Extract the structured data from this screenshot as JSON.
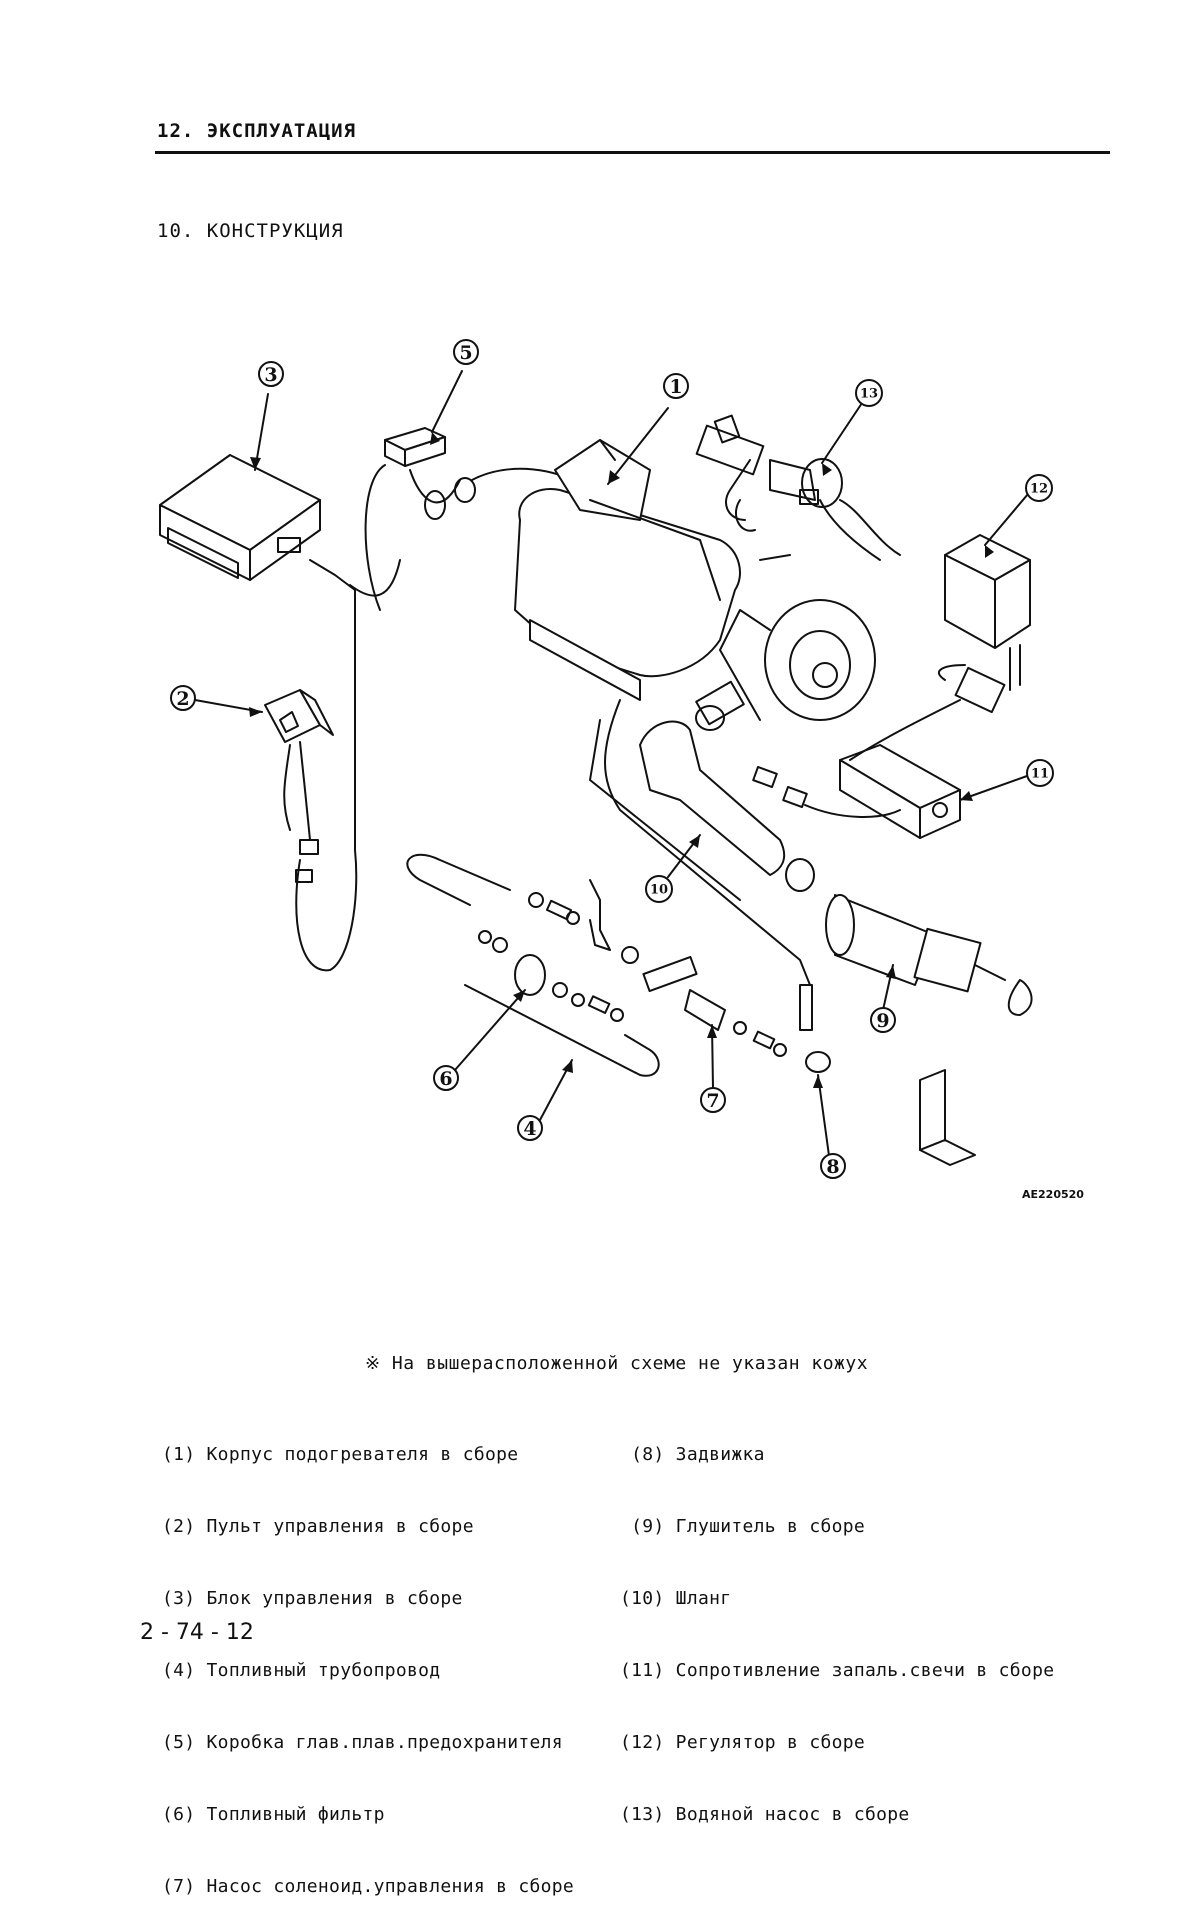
{
  "header": {
    "section": "12. ЭКСПЛУАТАЦИЯ"
  },
  "subsection": {
    "title": "10. КОНСТРУКЦИЯ"
  },
  "diagram": {
    "callouts": [
      "1",
      "2",
      "3",
      "4",
      "5",
      "6",
      "7",
      "8",
      "9",
      "10",
      "11",
      "12",
      "13"
    ],
    "figure_id": "AE220520"
  },
  "note": "※ На вышерасположенной схеме не указан кожух",
  "legend": {
    "left": [
      "(1) Корпус подогревателя в сборе",
      "(2) Пульт управления в сборе",
      "(3) Блок управления в сборе",
      "(4) Топливный трубопровод",
      "(5) Коробка глав.плав.предохранителя",
      "(6) Топливный фильтр",
      "(7) Насос соленоид.управления в сборе"
    ],
    "right": [
      " (8) Задвижка",
      " (9) Глушитель в сборе",
      "(10) Шланг",
      "(11) Сопротивление запаль.свечи в сборе",
      "(12) Регулятор в сборе",
      "(13) Водяной насос в сборе"
    ]
  },
  "footer": {
    "page_number": "2 - 74 - 12"
  }
}
